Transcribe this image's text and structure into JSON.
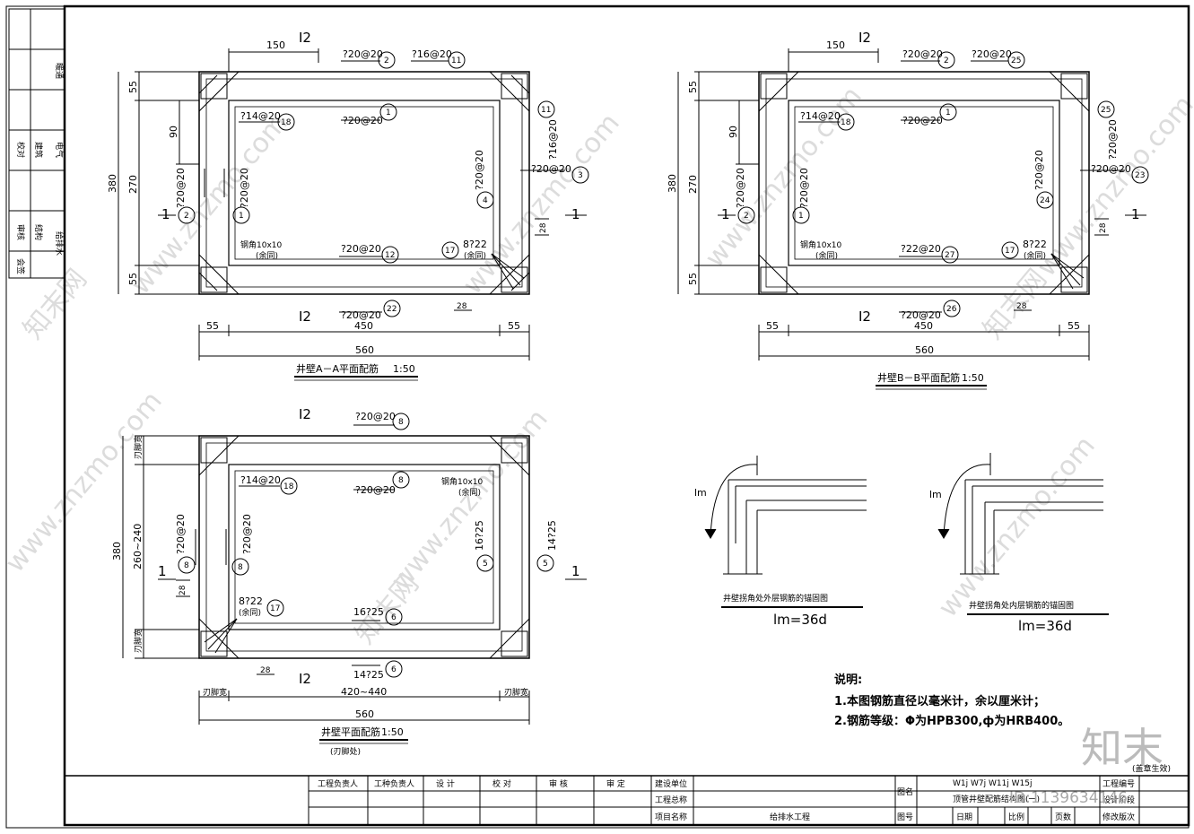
{
  "left_strip": {
    "cells": [
      "给排水",
      "暖通",
      "电气",
      "建筑",
      "结构",
      "审核",
      "校对",
      "会签"
    ]
  },
  "plan_a": {
    "section_top": "I2",
    "section_bottom": "I2",
    "section_left": "1",
    "section_right": "1",
    "dims": {
      "d150": "150",
      "d55a": "55",
      "d270": "270",
      "d55b": "55",
      "d380": "380",
      "d90": "90",
      "bl55": "55",
      "b450": "450",
      "br55": "55",
      "b560": "560",
      "d28": "28",
      "d28b": "28"
    },
    "labels": {
      "top_a": "?20@20",
      "top_b": "?16@20",
      "inner_top": "?20@20",
      "inner_left": "?14@20",
      "left_outer": "?20@20",
      "left_inner": "?20@20",
      "right_inner": "?20@20",
      "right_outer_a": "?16@20",
      "right_outer_b": "?20@20",
      "bottom_inner": "?20@20",
      "bottom_outer": "?20@20",
      "corner": "8?22",
      "corner_sub": "(余同)",
      "angle": "钢角10x10",
      "angle_sub": "(余同)"
    },
    "circles": {
      "c2a": "2",
      "c11a": "11",
      "c1a": "1",
      "c18": "18",
      "c11b": "11",
      "c3": "3",
      "c4": "4",
      "c2b": "2",
      "c1b": "1",
      "c17": "17",
      "c12": "12",
      "c22": "22"
    },
    "title": "井壁A－A平面配筋",
    "scale": "1:50"
  },
  "plan_b": {
    "section_top": "I2",
    "section_bottom": "I2",
    "section_left": "1",
    "section_right": "1",
    "dims": {
      "d150": "150",
      "d55a": "55",
      "d270": "270",
      "d55b": "55",
      "d380": "380",
      "d90": "90",
      "bl55": "55",
      "b450": "450",
      "br55": "55",
      "b560": "560",
      "d28": "28",
      "d28b": "28"
    },
    "labels": {
      "top_a": "?20@20",
      "top_b": "?20@20",
      "inner_top": "?20@20",
      "inner_left": "?14@20",
      "left_outer": "?20@20",
      "left_inner": "?20@20",
      "right_inner": "?20@20",
      "right_outer_a": "?20@20",
      "right_outer_b": "?20@20",
      "bottom_inner": "?22@20",
      "bottom_outer": "?20@20",
      "corner": "8?22",
      "corner_sub": "(余同)",
      "angle": "钢角10x10",
      "angle_sub": "(余同)"
    },
    "circles": {
      "c2a": "2",
      "c25a": "25",
      "c1a": "1",
      "c18": "18",
      "c25b": "25",
      "c23": "23",
      "c24": "24",
      "c2b": "2",
      "c1b": "1",
      "c17": "17",
      "c27": "27",
      "c26": "26"
    },
    "title": "井壁B－B平面配筋",
    "scale": "1:50"
  },
  "plan_c": {
    "section_top": "I2",
    "section_bottom": "I2",
    "section_left": "1",
    "section_right": "1",
    "dims": {
      "d380": "380",
      "d260": "260~240",
      "blade_top": "刃脚宽",
      "blade_bot": "刃脚宽",
      "d28a": "28",
      "d28b": "28",
      "blade_l": "刃脚宽",
      "b420": "420~440",
      "blade_r": "刃脚宽",
      "b560": "560"
    },
    "labels": {
      "top_outer": "?20@20",
      "inner_left": "?14@20",
      "inner_top": "?20@20",
      "angle": "钢角10x10",
      "angle_sub": "(余同)",
      "left_outer": "?20@20",
      "left_inner": "?20@20",
      "right_inner": "16?25",
      "right_outer": "14?25",
      "corner": "8?22",
      "corner_sub": "(余同)",
      "bottom_inner": "16?25",
      "bottom_outer": "14?25"
    },
    "circles": {
      "c8a": "8",
      "c18": "18",
      "c8b": "8",
      "c8c": "8",
      "c8d": "8",
      "c5a": "5",
      "c5b": "5",
      "c17": "17",
      "c6a": "6",
      "c6b": "6"
    },
    "title": "井壁平面配筋",
    "scale": "1:50",
    "subtitle": "(刃脚处)"
  },
  "detail_outer": {
    "label": "lm",
    "title": "井壁拐角处外层钢筋的锚固图",
    "formula": "lm=36d"
  },
  "detail_inner": {
    "label": "lm",
    "title": "井壁拐角处内层钢筋的锚固图",
    "formula": "lm=36d"
  },
  "notes": {
    "heading": "说明:",
    "line1": "1.本图钢筋直径以毫米计，余以厘米计；",
    "line2": "2.钢筋等级：Φ为HPB300,ф为HRB400。"
  },
  "stamp": {
    "brand": "知末",
    "effect": "(盖章生效)",
    "id": "ID:1139634146"
  },
  "title_block": {
    "h1": "工程负责人",
    "h2": "工种负责人",
    "h3": "设   计",
    "h4": "校   对",
    "h5": "审   核",
    "h6": "审   定",
    "r1": "建设单位",
    "r2": "工程总称",
    "r3": "项目名称",
    "r3v": "给排水工程",
    "tu_ming": "图名",
    "tu_ming_v1": "W1j W7j  W11j W15j",
    "tu_ming_v2": "顶管井壁配筋结构图(一)",
    "tu_hao": "图号",
    "riqi": "日期",
    "bili": "比例",
    "yeshu": "页数",
    "gcbh": "工程编号",
    "sjjd": "设计阶段",
    "xgbc": "修改版次"
  },
  "watermark": {
    "text": "www.znzmo.com",
    "brand": "知末网"
  }
}
